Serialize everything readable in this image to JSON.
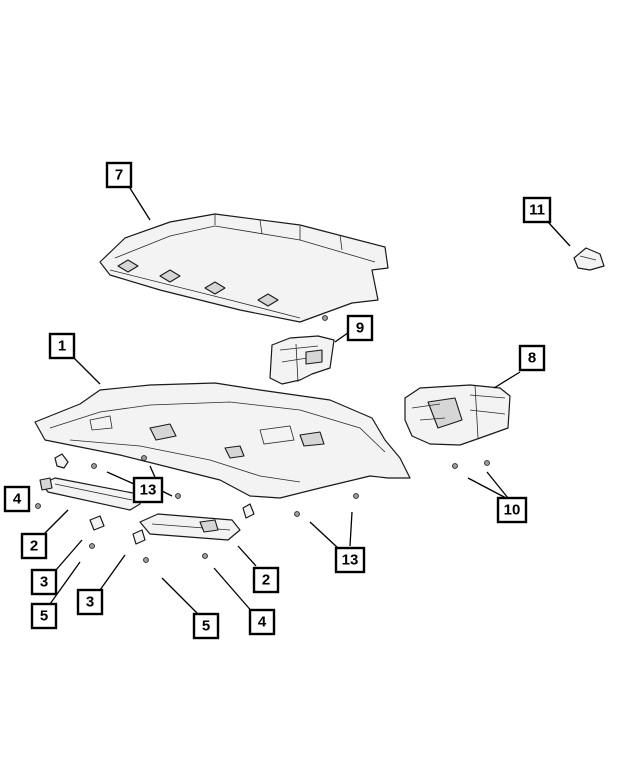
{
  "callouts": {
    "c1": "1",
    "c2a": "2",
    "c2b": "2",
    "c3a": "3",
    "c3b": "3",
    "c4a": "4",
    "c4b": "4",
    "c5a": "5",
    "c5b": "5",
    "c7": "7",
    "c8": "8",
    "c9": "9",
    "c10": "10",
    "c11": "11",
    "c13a": "13",
    "c13b": "13"
  },
  "colors": {
    "line": "#000000",
    "part_fill": "#f3f3f3",
    "part_shade": "#d6d6d6"
  }
}
